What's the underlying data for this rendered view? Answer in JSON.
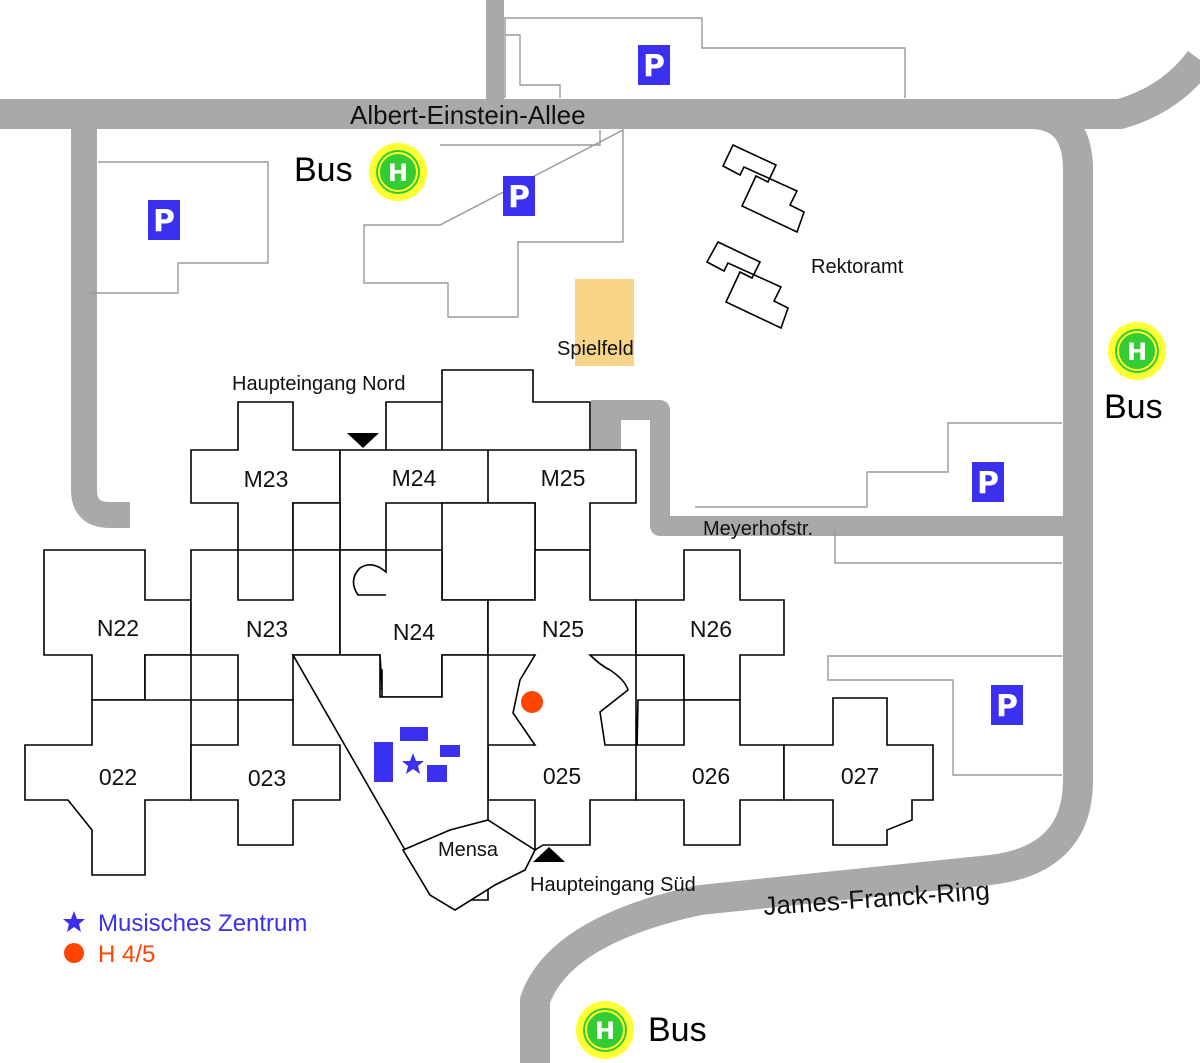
{
  "colors": {
    "road": "#a9a9a9",
    "parking": "#3b2ff0",
    "bus_stop_ring": "#ffff33",
    "bus_stop_fill": "#33cc33",
    "field": "#f7d488",
    "music_center": "#3b2ff0",
    "lecture_hall": "#ff4500"
  },
  "roads": {
    "north": "Albert-Einstein-Allee",
    "east": "Meyerhofstr.",
    "south": "James-Franck-Ring"
  },
  "buildings": {
    "north_row": [
      "M23",
      "M24",
      "M25"
    ],
    "middle_row": [
      "N22",
      "N23",
      "N24",
      "N25",
      "N26"
    ],
    "south_row": [
      "022",
      "023",
      "025",
      "026",
      "027"
    ]
  },
  "places": {
    "field": "Spielfeld",
    "rectorate": "Rektoramt",
    "canteen": "Mensa",
    "entrance_north": "Haupteingang Nord",
    "entrance_south": "Haupteingang Süd"
  },
  "bus_stops": {
    "north": "Bus",
    "east": "Bus",
    "south": "Bus",
    "symbol": "H"
  },
  "parking": {
    "symbol": "P"
  },
  "legend": [
    {
      "icon": "star-icon",
      "label": "Musisches Zentrum",
      "color": "#3b2ff0"
    },
    {
      "icon": "dot-icon",
      "label": "H 4/5",
      "color": "#ff4500"
    }
  ]
}
